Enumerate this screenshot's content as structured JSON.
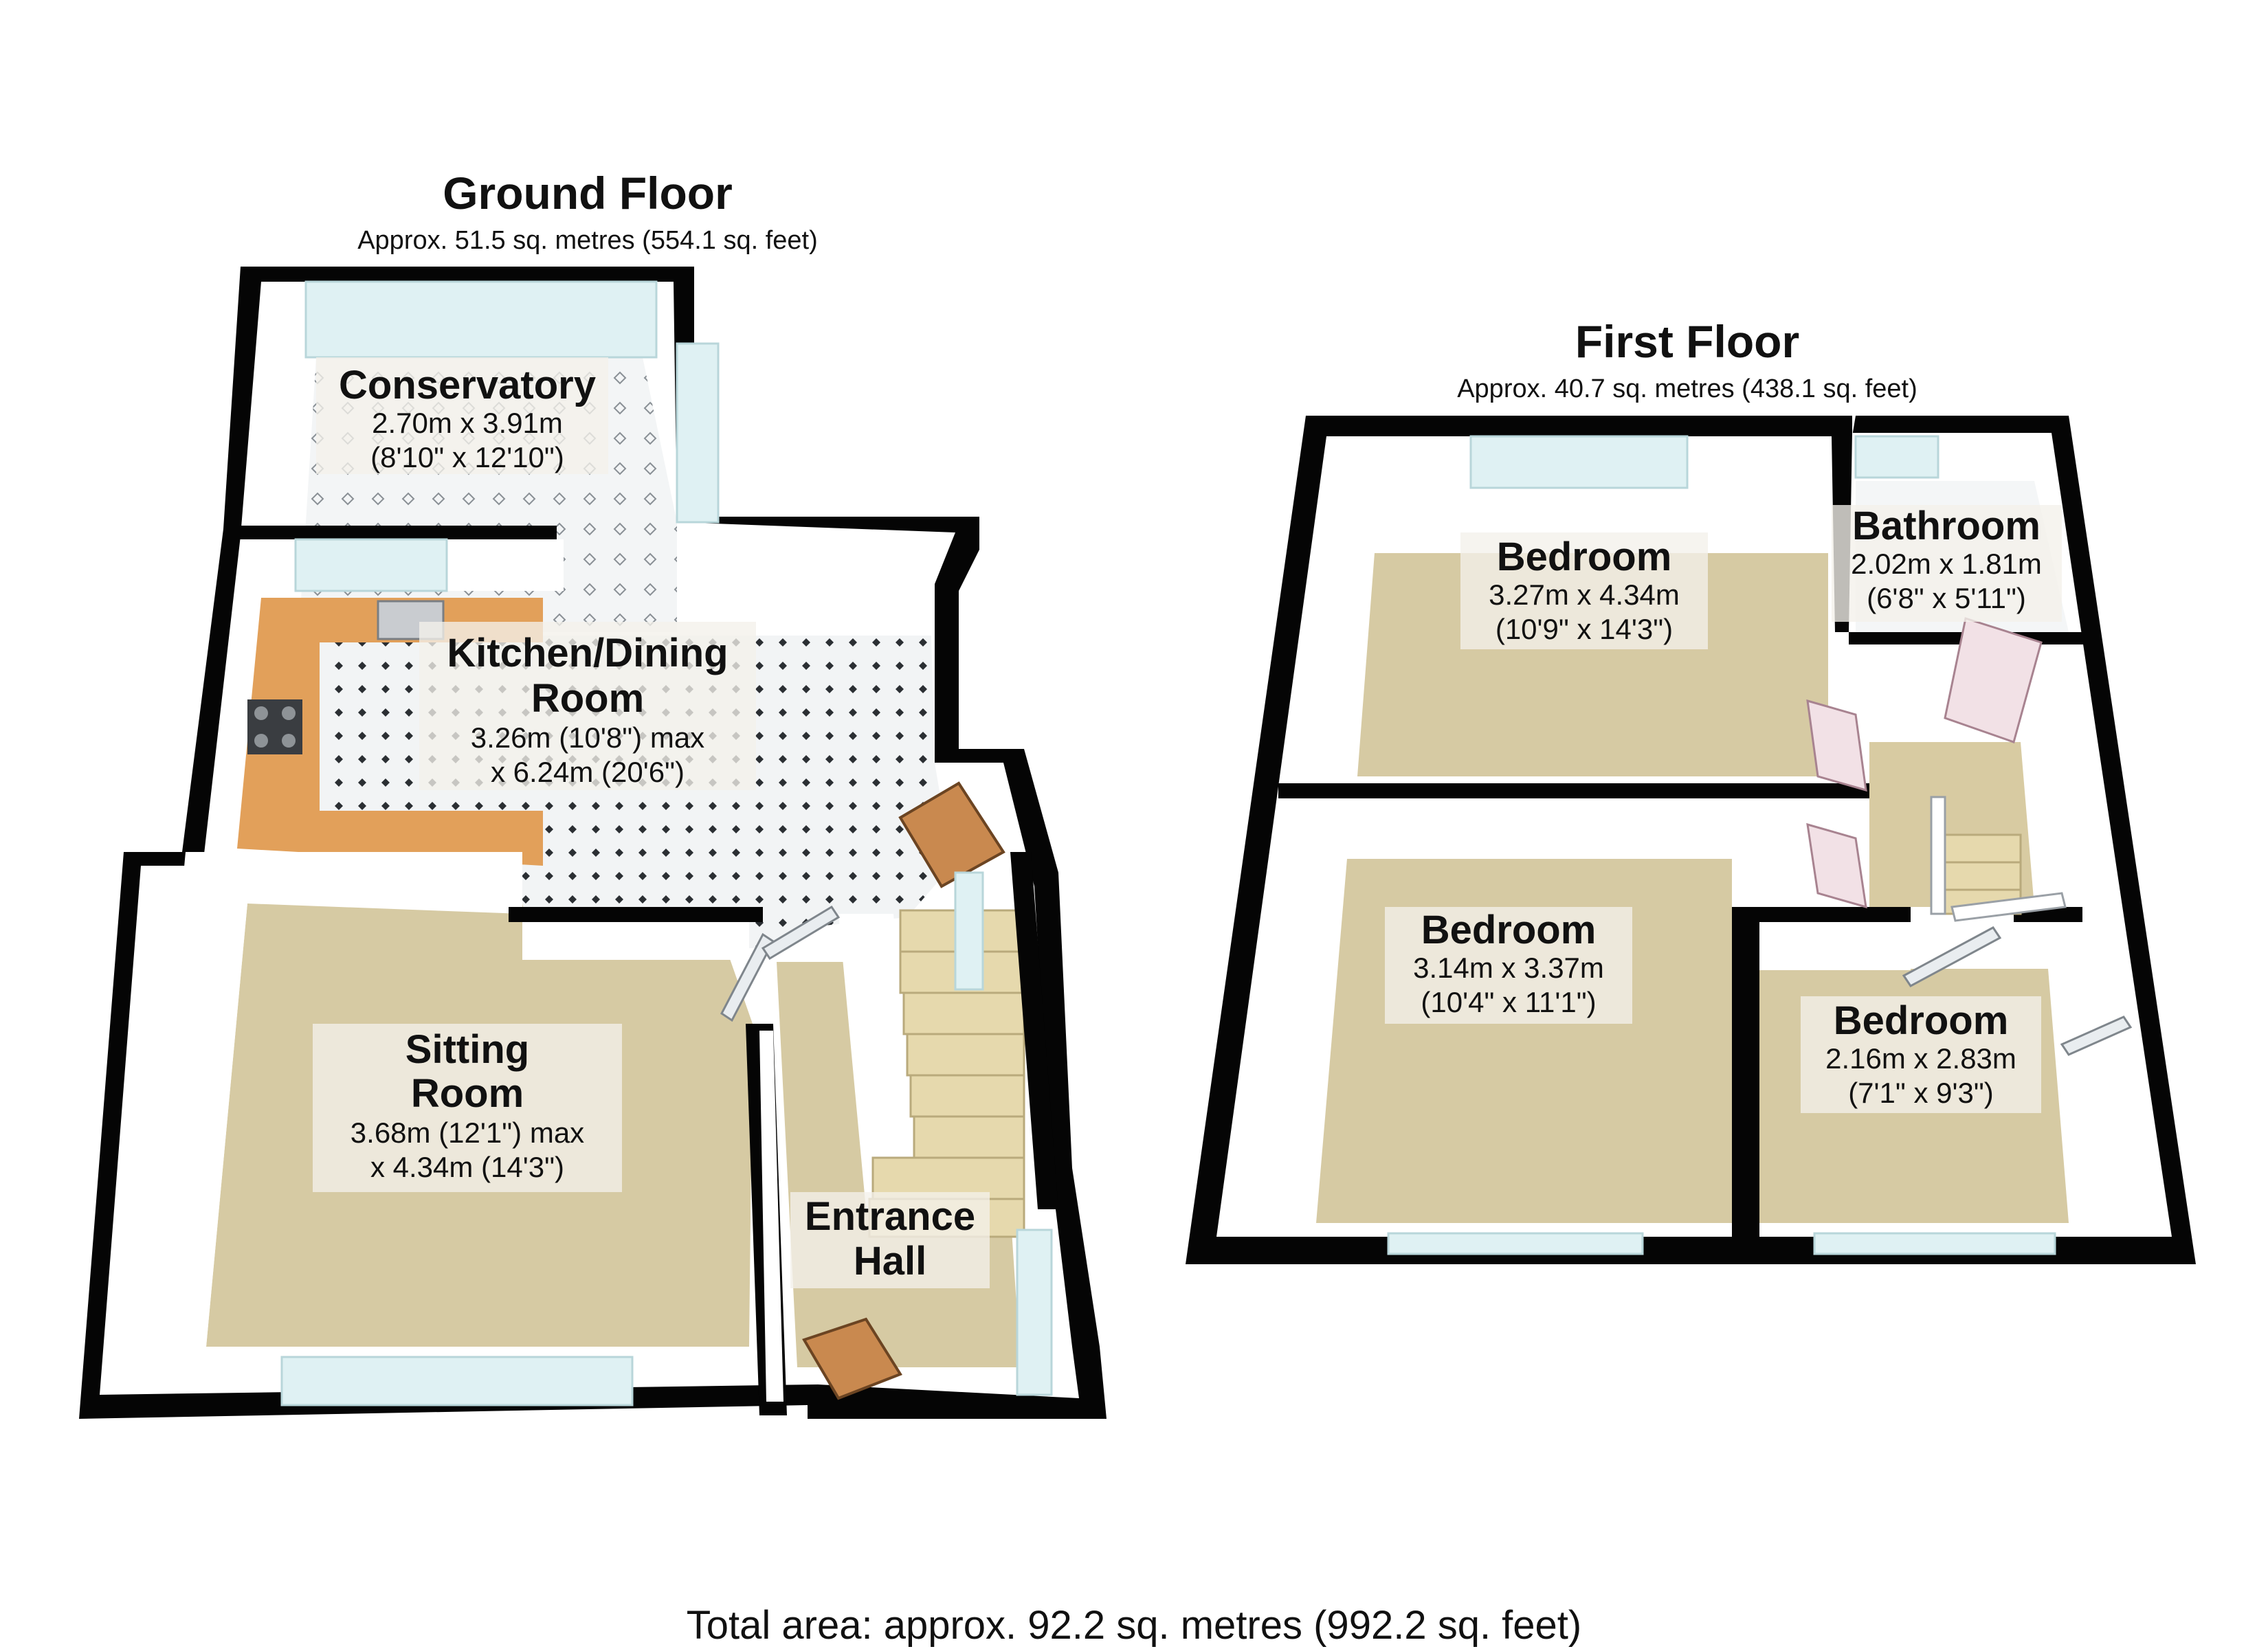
{
  "ground_floor": {
    "title": "Ground Floor",
    "area": "Approx. 51.5 sq. metres (554.1 sq. feet)",
    "rooms": [
      {
        "name_lines": [
          "Conservatory"
        ],
        "dim_lines": [
          "2.70m x 3.91m",
          "(8'10\" x 12'10\")"
        ]
      },
      {
        "name_lines": [
          "Kitchen/Dining",
          "Room"
        ],
        "dim_lines": [
          "3.26m (10'8\") max",
          "x 6.24m (20'6\")"
        ]
      },
      {
        "name_lines": [
          "Sitting",
          "Room"
        ],
        "dim_lines": [
          "3.68m (12'1\") max",
          "x 4.34m (14'3\")"
        ]
      },
      {
        "name_lines": [
          "Entrance",
          "Hall"
        ],
        "dim_lines": []
      }
    ]
  },
  "first_floor": {
    "title": "First Floor",
    "area": "Approx. 40.7 sq. metres (438.1 sq. feet)",
    "rooms": [
      {
        "name_lines": [
          "Bedroom"
        ],
        "dim_lines": [
          "3.27m x 4.34m",
          "(10'9\" x 14'3\")"
        ]
      },
      {
        "name_lines": [
          "Bathroom"
        ],
        "dim_lines": [
          "2.02m x 1.81m",
          "(6'8\" x 5'11\")"
        ]
      },
      {
        "name_lines": [
          "Bedroom"
        ],
        "dim_lines": [
          "3.14m x 3.37m",
          "(10'4\" x 11'1\")"
        ]
      },
      {
        "name_lines": [
          "Bedroom"
        ],
        "dim_lines": [
          "2.16m x 2.83m",
          "(7'1\" x 9'3\")"
        ]
      }
    ]
  },
  "total_area": "Total area: approx. 92.2 sq. metres (992.2 sq. feet)"
}
